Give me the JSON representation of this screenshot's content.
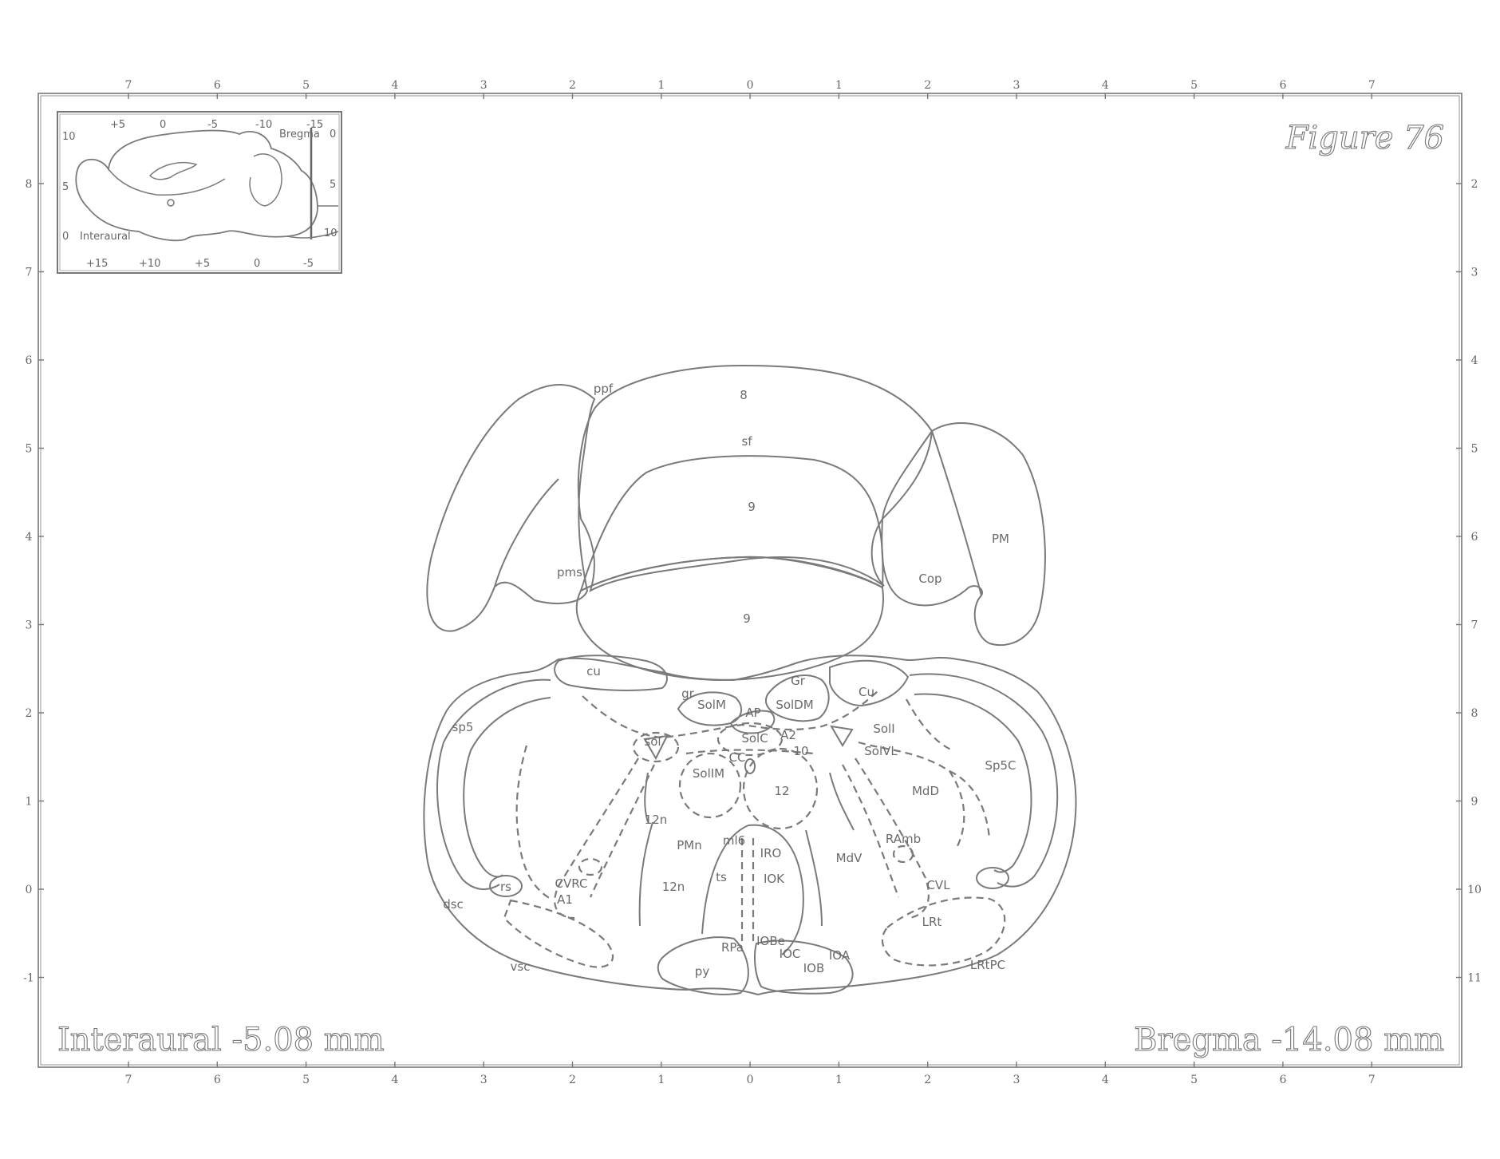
{
  "figure": {
    "title": "Figure 76",
    "interaural": "Interaural -5.08 mm",
    "bregma": "Bregma -14.08 mm"
  },
  "axes": {
    "top_ticks": [
      "7",
      "6",
      "5",
      "4",
      "3",
      "2",
      "1",
      "0",
      "1",
      "2",
      "3",
      "4",
      "5",
      "6",
      "7"
    ],
    "bottom_ticks": [
      "7",
      "6",
      "5",
      "4",
      "3",
      "2",
      "1",
      "0",
      "1",
      "2",
      "3",
      "4",
      "5",
      "6",
      "7"
    ],
    "left_ticks": [
      "8",
      "7",
      "6",
      "5",
      "4",
      "3",
      "2",
      "1",
      "0",
      "-1"
    ],
    "right_ticks": [
      "2",
      "3",
      "4",
      "5",
      "6",
      "7",
      "8",
      "9",
      "10",
      "11"
    ]
  },
  "inset": {
    "top_scale": [
      "+5",
      "0",
      "-5",
      "-10",
      "-15"
    ],
    "bottom_scale": [
      "+15",
      "+10",
      "+5",
      "0",
      "-5"
    ],
    "left_scale": [
      "10",
      "5",
      "0"
    ],
    "right_scale": [
      "0",
      "5",
      "10"
    ],
    "bregma_label": "Bregma",
    "interaural_label": "Interaural"
  },
  "regions": {
    "ppf": "ppf",
    "r8": "8",
    "sf": "sf",
    "r9a": "9",
    "r9b": "9",
    "pms": "pms",
    "pm": "PM",
    "cop": "Cop",
    "cu_tract": "cu",
    "gr": "Gr",
    "cu": "Cu",
    "gr_tract": "gr",
    "solm": "SolM",
    "ap": "AP",
    "soldm": "SolDM",
    "sp5": "sp5",
    "sol": "sol",
    "solc": "SolC",
    "a2": "A2",
    "soli": "SolI",
    "solvl": "SolVL",
    "cc": "CC",
    "r10": "10",
    "solim": "SolIM",
    "r12": "12",
    "mdd": "MdD",
    "sp5c": "Sp5C",
    "r12n_root": "12n",
    "pmn": "PMn",
    "ml6": "ml6",
    "ipok": "IRO",
    "mdv": "MdV",
    "ramb": "RAmb",
    "ts": "ts",
    "iok": "IOK",
    "cvrc": "CVRC",
    "a1": "A1",
    "rs": "rs",
    "dsc": "dsc",
    "cvl": "CVL",
    "lrt": "LRt",
    "r12n": "12n",
    "iobe": "IOBe",
    "rpa": "RPa",
    "ioc": "IOC",
    "ioa": "IOA",
    "iob": "IOB",
    "py": "py",
    "vsc": "vsc",
    "lrtpc": "LRtPC"
  }
}
